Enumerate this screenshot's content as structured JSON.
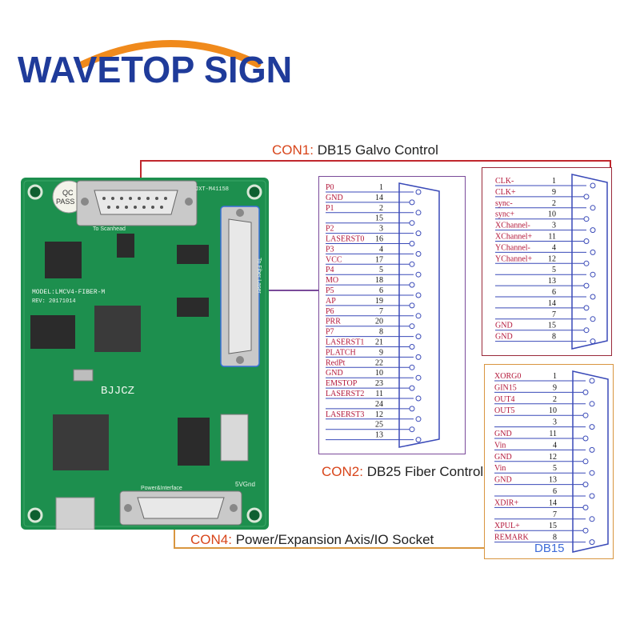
{
  "brand": {
    "name": "WAVETOP SIGN",
    "color": "#1f3b9a",
    "swoosh_color": "#f08a1c"
  },
  "board": {
    "labels": {
      "qc": "QC",
      "pass": "PASS",
      "model": "MODEL:LMCV4-FIBER-M",
      "rev": "REV: 20171014",
      "brand_mark": "BJJCZ",
      "part": "JXT-M41158",
      "to_scanhead": "To Scanhead",
      "to_fiber_laser": "To Fiber Laser",
      "power_io": "Power&Interface",
      "fivegnd": "5VGnd"
    }
  },
  "con1": {
    "id": "CON1:",
    "desc": " DB15 Galvo Control"
  },
  "con2": {
    "id": "CON2:",
    "desc": " DB25 Fiber Control"
  },
  "con4": {
    "id": "CON4:",
    "desc": " Power/Expansion Axis/IO Socket"
  },
  "db25_pins": [
    {
      "name": "P0",
      "num": "1"
    },
    {
      "name": "GND",
      "num": "14"
    },
    {
      "name": "P1",
      "num": "2"
    },
    {
      "name": "",
      "num": "15"
    },
    {
      "name": "P2",
      "num": "3"
    },
    {
      "name": "LASERST0",
      "num": "16"
    },
    {
      "name": "P3",
      "num": "4"
    },
    {
      "name": "VCC",
      "num": "17"
    },
    {
      "name": "P4",
      "num": "5"
    },
    {
      "name": "MO",
      "num": "18"
    },
    {
      "name": "P5",
      "num": "6"
    },
    {
      "name": "AP",
      "num": "19"
    },
    {
      "name": "P6",
      "num": "7"
    },
    {
      "name": "PRR",
      "num": "20"
    },
    {
      "name": "P7",
      "num": "8"
    },
    {
      "name": "LASERST1",
      "num": "21"
    },
    {
      "name": "PLATCH",
      "num": "9"
    },
    {
      "name": "RedPt",
      "num": "22"
    },
    {
      "name": "GND",
      "num": "10"
    },
    {
      "name": "EMSTOP",
      "num": "23"
    },
    {
      "name": "LASERST2",
      "num": "11"
    },
    {
      "name": "",
      "num": "24"
    },
    {
      "name": "LASERST3",
      "num": "12"
    },
    {
      "name": "",
      "num": "25"
    },
    {
      "name": "",
      "num": "13"
    }
  ],
  "galvo_pins": [
    {
      "name": "CLK-",
      "num": "1"
    },
    {
      "name": "CLK+",
      "num": "9"
    },
    {
      "name": "sync-",
      "num": "2"
    },
    {
      "name": "sync+",
      "num": "10"
    },
    {
      "name": "XChannel-",
      "num": "3"
    },
    {
      "name": "XChannel+",
      "num": "11"
    },
    {
      "name": "YChannel-",
      "num": "4"
    },
    {
      "name": "YChannel+",
      "num": "12"
    },
    {
      "name": "",
      "num": "5"
    },
    {
      "name": "",
      "num": "13"
    },
    {
      "name": "",
      "num": "6"
    },
    {
      "name": "",
      "num": "14"
    },
    {
      "name": "",
      "num": "7"
    },
    {
      "name": "GND",
      "num": "15"
    },
    {
      "name": "GND",
      "num": "8"
    }
  ],
  "io_pins": [
    {
      "name": "XORG0",
      "num": "1"
    },
    {
      "name": "GIN15",
      "num": "9"
    },
    {
      "name": "OUT4",
      "num": "2"
    },
    {
      "name": "OUT5",
      "num": "10"
    },
    {
      "name": "",
      "num": "3"
    },
    {
      "name": "GND",
      "num": "11"
    },
    {
      "name": "Vin",
      "num": "4"
    },
    {
      "name": "GND",
      "num": "12"
    },
    {
      "name": "Vin",
      "num": "5"
    },
    {
      "name": "GND",
      "num": "13"
    },
    {
      "name": "",
      "num": "6"
    },
    {
      "name": "XDIR+",
      "num": "14"
    },
    {
      "name": "",
      "num": "7"
    },
    {
      "name": "XPUL+",
      "num": "15"
    },
    {
      "name": "REMARK",
      "num": "8"
    }
  ],
  "io_connector_label": "DB15",
  "colors": {
    "pcb": "#1d8f4e",
    "pcb_dark": "#127a3e",
    "pin_name": "#b3173a",
    "connector_blue": "#3a4ab8"
  }
}
